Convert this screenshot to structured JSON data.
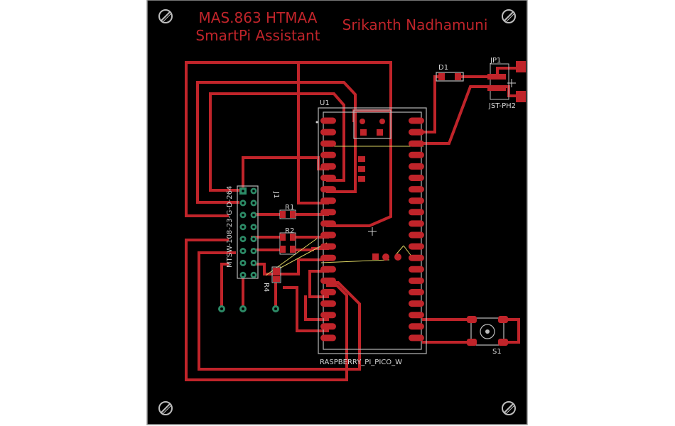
{
  "board": {
    "title_line1": "MAS.863 HTMAA",
    "title_line2": "SmartPi Assistant",
    "author": "Srikanth Nadhamuni"
  },
  "components": {
    "u1": {
      "ref": "U1",
      "value": "RASPBERRY_PI_PICO_W"
    },
    "j1": {
      "ref": "J1",
      "value": "MTSW-108-23-G-D-264"
    },
    "jp1": {
      "ref": "JP1",
      "value": "JST-PH2"
    },
    "d1": {
      "ref": "D1"
    },
    "s1": {
      "ref": "S1"
    },
    "r1": {
      "ref": "R1"
    },
    "r2": {
      "ref": "R2"
    },
    "r4": {
      "ref": "R4"
    }
  },
  "colors": {
    "board_bg": "#000000",
    "copper": "#c0242a",
    "silkscreen": "#d8d8d8",
    "ratsnest": "#d8d060",
    "via": "#2c8a66"
  }
}
